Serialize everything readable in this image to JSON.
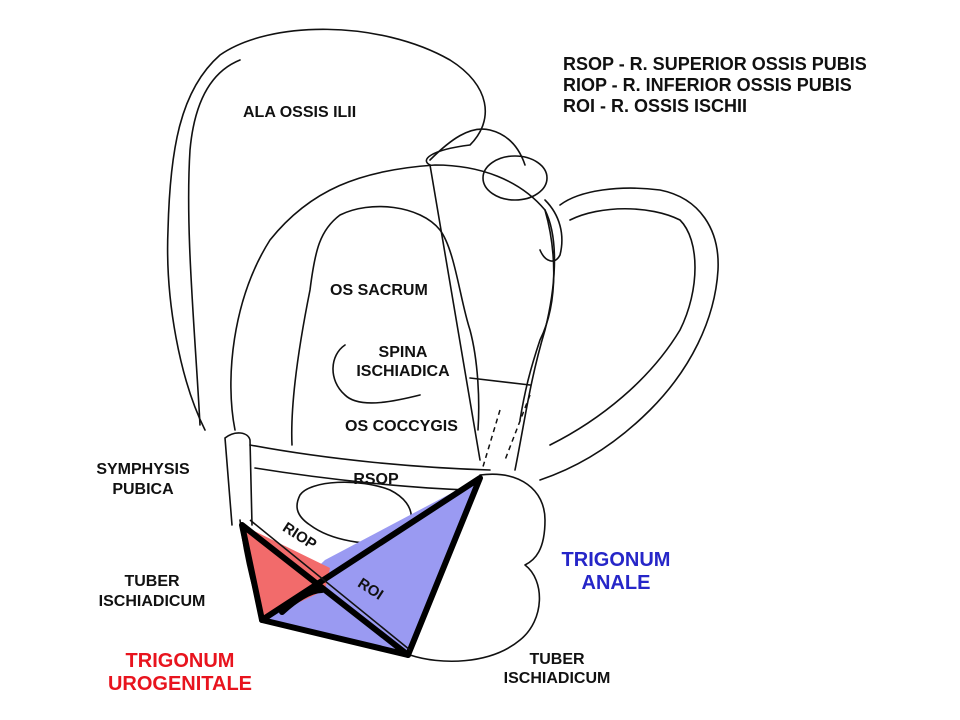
{
  "legend": {
    "line1": "RSOP - R. SUPERIOR OSSIS PUBIS",
    "line2": "RIOP - R. INFERIOR OSSIS PUBIS",
    "line3": "ROI - R. OSSIS ISCHII"
  },
  "labels": {
    "ala_ossis_ilii": "ALA OSSIS ILII",
    "os_sacrum": "OS SACRUM",
    "spina_line1": "SPINA",
    "spina_line2": "ISCHIADICA",
    "os_coccygis": "OS COCCYGIS",
    "symphysis_line1": "SYMPHYSIS",
    "symphysis_line2": "PUBICA",
    "rsop": "RSOP",
    "riop": "RIOP",
    "roi": "ROI",
    "tuber_left_line1": "TUBER",
    "tuber_left_line2": "ISCHIADICUM",
    "tuber_right_line1": "TUBER",
    "tuber_right_line2": "ISCHIADICUM",
    "anale_line1": "TRIGONUM",
    "anale_line2": "ANALE",
    "urogenitale_line1": "TRIGONUM",
    "urogenitale_line2": "UROGENITALE"
  },
  "colors": {
    "urogenital": "#f26b6b",
    "anal": "#9a9af2",
    "urogenital_text": "#e8141e",
    "anal_text": "#2626c8"
  }
}
